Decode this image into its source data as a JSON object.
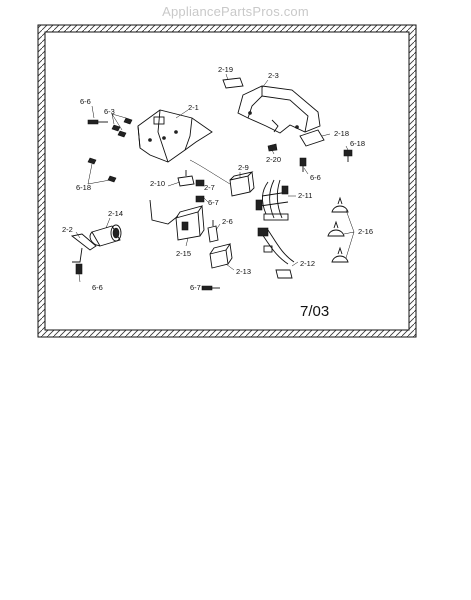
{
  "watermark": "AppliancePartsPros.com",
  "revision": "7/03",
  "callouts": {
    "c6_6a": "6-6",
    "c6_3": "6-3",
    "c2_1": "2-1",
    "c2_19": "2-19",
    "c2_3": "2-3",
    "c2_18": "2-18",
    "c6_18a": "6-18",
    "c6_18b": "6-18",
    "c2_20": "2-20",
    "c6_6b": "6-6",
    "c2_9": "2-9",
    "c2_10": "2-10",
    "c2_7": "2-7",
    "c6_7a": "6-7",
    "c2_11": "2-11",
    "c2_14": "2-14",
    "c2_2": "2-2",
    "c2_6": "2-6",
    "c2_16": "2-16",
    "c2_15": "2-15",
    "c6_6c": "6-6",
    "c2_13": "2-13",
    "c2_12": "2-12",
    "c6_7b": "6-7"
  }
}
